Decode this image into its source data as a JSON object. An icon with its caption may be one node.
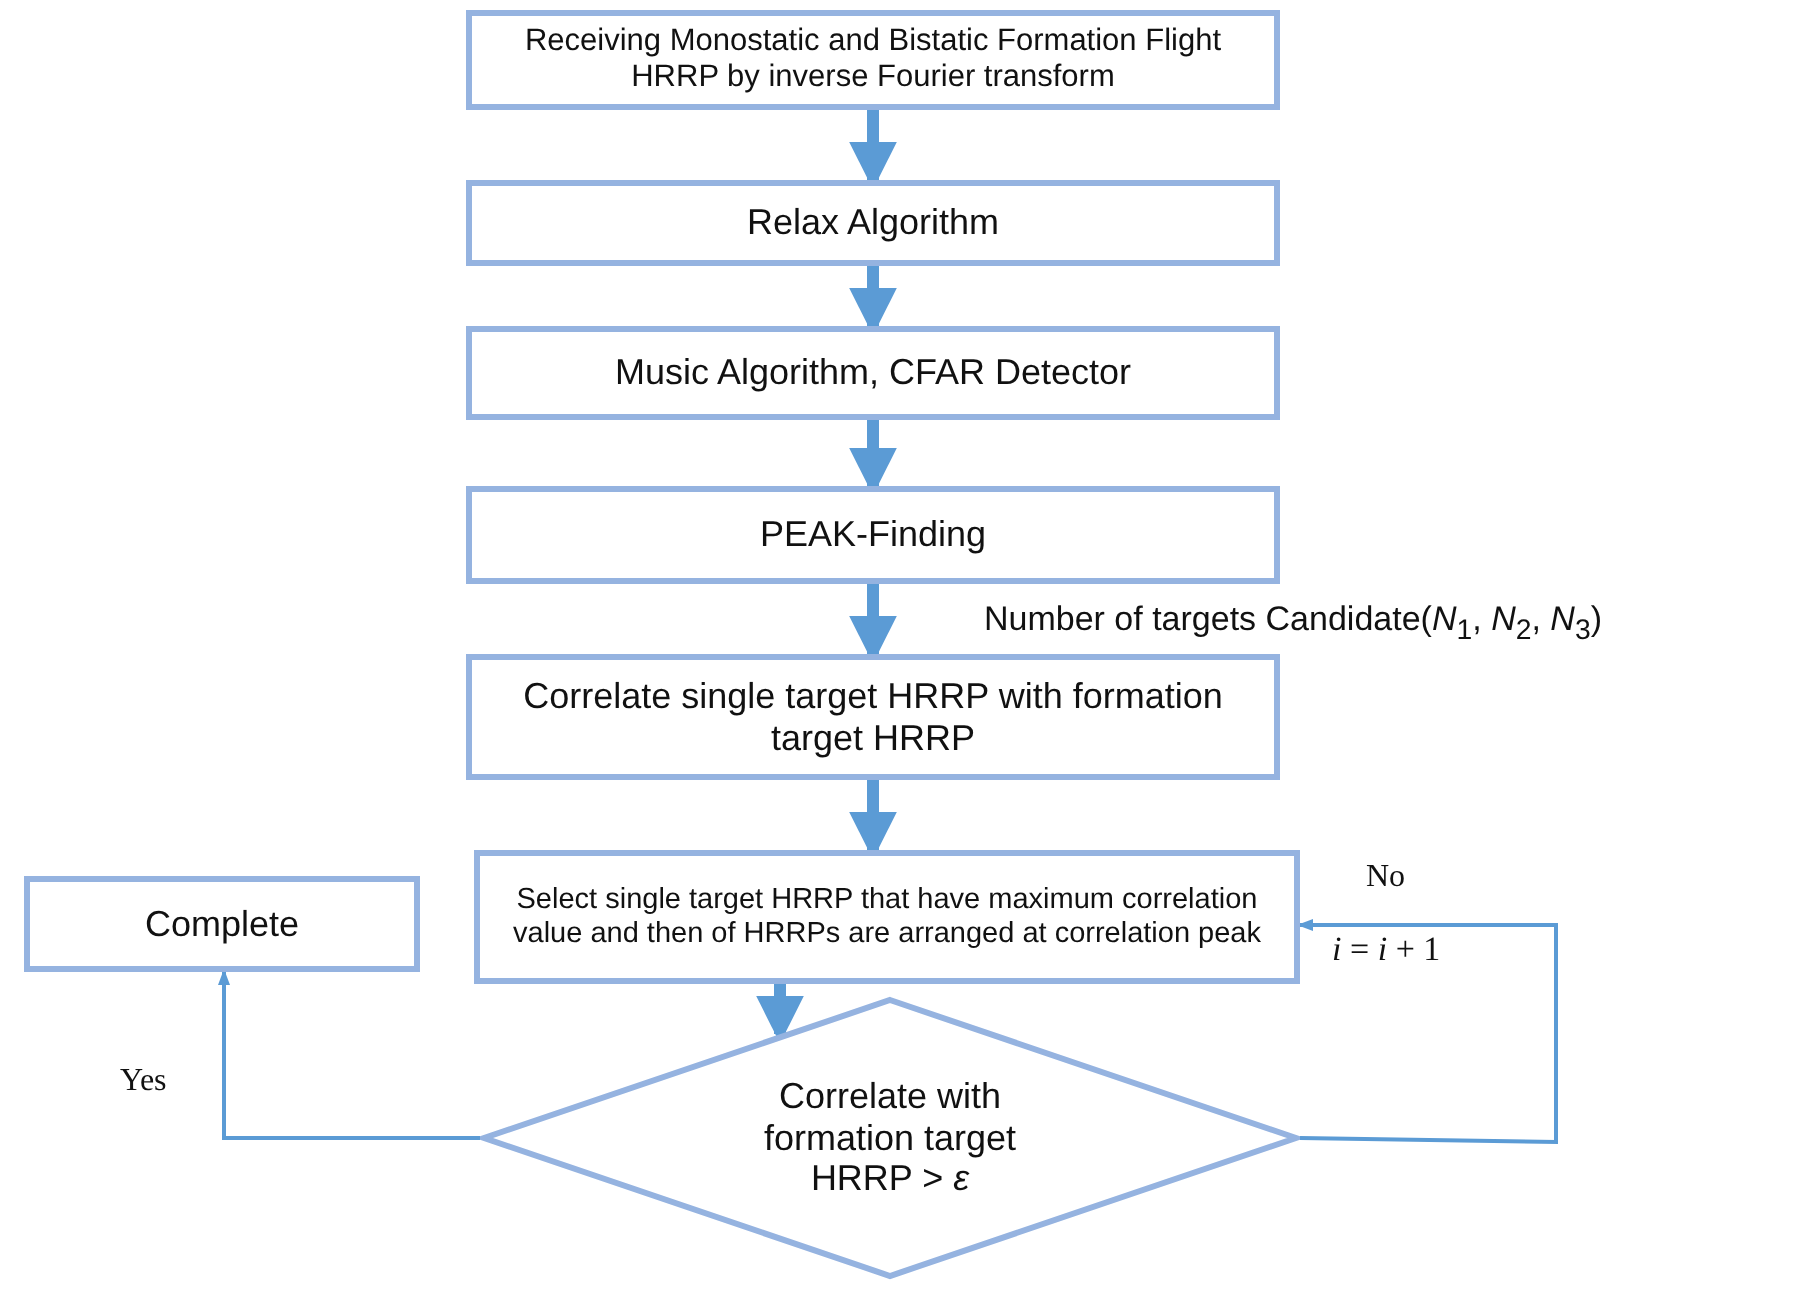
{
  "diagram": {
    "nodes": [
      {
        "text": [
          "Receiving Monostatic and Bistatic Formation Flight HRRP by inverse Fourier transform"
        ]
      },
      {
        "text": [
          "Relax Algorithm"
        ]
      },
      {
        "text": [
          "Music Algorithm, CFAR Detector"
        ]
      },
      {
        "text": [
          "PEAK-Finding"
        ]
      },
      {
        "text": [
          "Correlate single target HRRP with formation target HRRP"
        ]
      },
      {
        "text": [
          "Select single target HRRP that have maximum correlation value and then of HRRPs are arranged at correlation peak"
        ]
      },
      {
        "text": [
          "Complete"
        ]
      },
      {
        "text": [
          "Correlate with formation target HRRP > *ε*"
        ]
      }
    ],
    "edges": [
      {
        "from": 0,
        "to": 1,
        "arrow": "to"
      },
      {
        "from": 1,
        "to": 2,
        "arrow": "to"
      },
      {
        "from": 2,
        "to": 3,
        "arrow": "to"
      },
      {
        "from": 3,
        "to": 4,
        "arrow": "to",
        "label": "Number of targets Candidate(*N*$_{1}$, *N*$_{2}$, *N*$_{3}$)"
      },
      {
        "from": 4,
        "to": 5,
        "arrow": "to"
      },
      {
        "from": 5,
        "to": 7,
        "arrow": "to"
      },
      {
        "from": 7,
        "to": 6,
        "arrow": "to",
        "label": "Yes"
      },
      {
        "from": 7,
        "to": 5,
        "arrow": "to",
        "label": "No"
      }
    ],
    "labels": [
      "*i* = *i* + 1"
    ]
  }
}
